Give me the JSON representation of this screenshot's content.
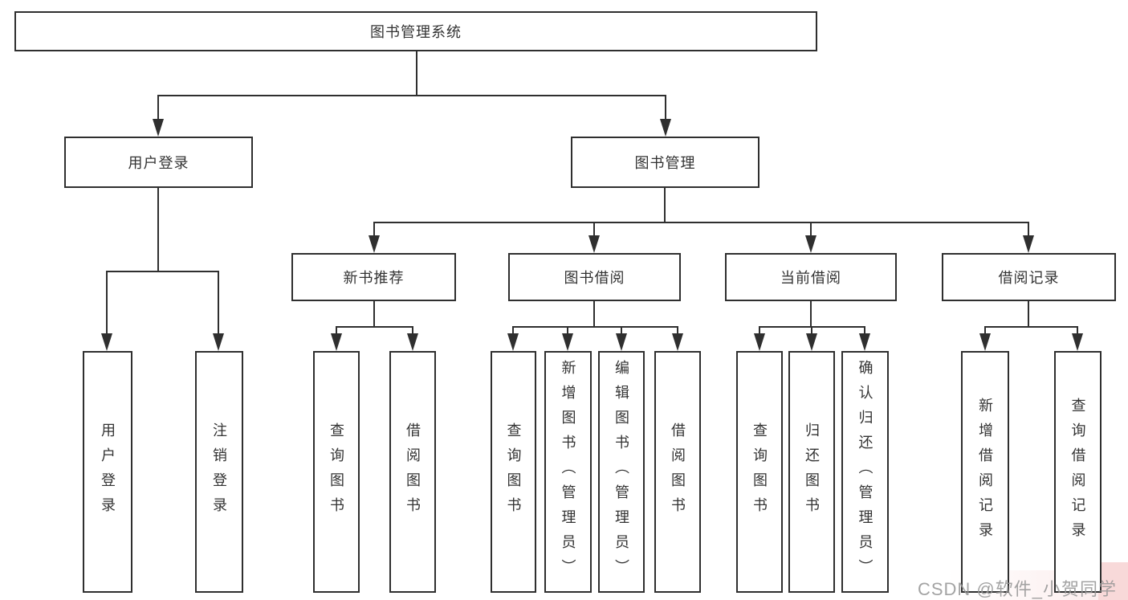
{
  "nodes": {
    "root": "图书管理系统",
    "user_login": "用户登录",
    "book_mgmt": "图书管理",
    "new_book_rec": "新书推荐",
    "book_borrow": "图书借阅",
    "current_borrow": "当前借阅",
    "borrow_record": "借阅记录",
    "leaf_user_login": "用户登录",
    "leaf_logout": "注销登录",
    "leaf_nb_query": "查询图书",
    "leaf_nb_borrow": "借阅图书",
    "leaf_bb_query": "查询图书",
    "leaf_bb_add": "新增图书（管理员）",
    "leaf_bb_edit": "编辑图书（管理员）",
    "leaf_bb_borrow": "借阅图书",
    "leaf_cb_query": "查询图书",
    "leaf_cb_return": "归还图书",
    "leaf_cb_confirm": "确认归还（管理员）",
    "leaf_br_add": "新增借阅记录",
    "leaf_br_query": "查询借阅记录"
  },
  "watermark": {
    "text": "CSDN @软件_小贺同学"
  },
  "colors": {
    "line": "#2f2f2f",
    "box_border": "#2f2f2f",
    "text": "#333333",
    "background": "#ffffff",
    "watermark_text": "#a8a8a8",
    "watermark_bg": "#f8d9d9"
  }
}
